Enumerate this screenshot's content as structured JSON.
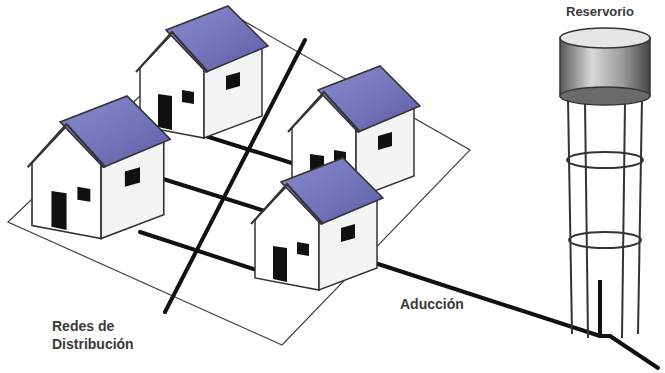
{
  "diagram": {
    "labels": [
      "Reservorio",
      "Redes de Distribución",
      "Aducción"
    ]
  }
}
